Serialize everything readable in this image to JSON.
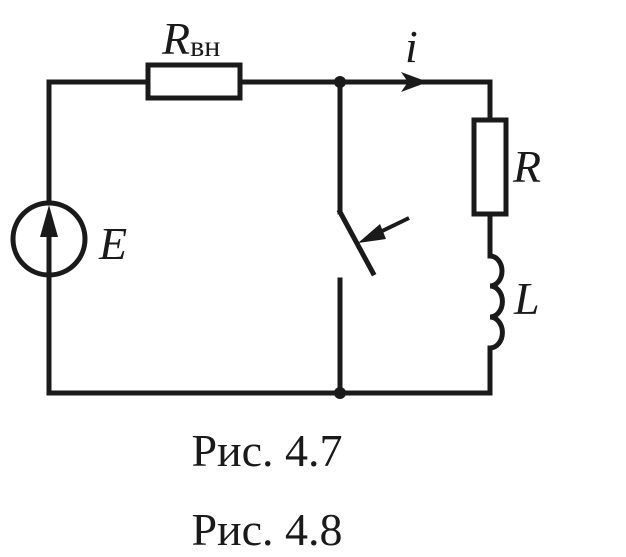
{
  "labels": {
    "r_internal_main": "R",
    "r_internal_sub": "вн",
    "current": "i",
    "resistor": "R",
    "inductor": "L",
    "source": "E"
  },
  "captions": {
    "figure": "Рис. 4.7",
    "cutoff": "Рис. 4.8"
  }
}
